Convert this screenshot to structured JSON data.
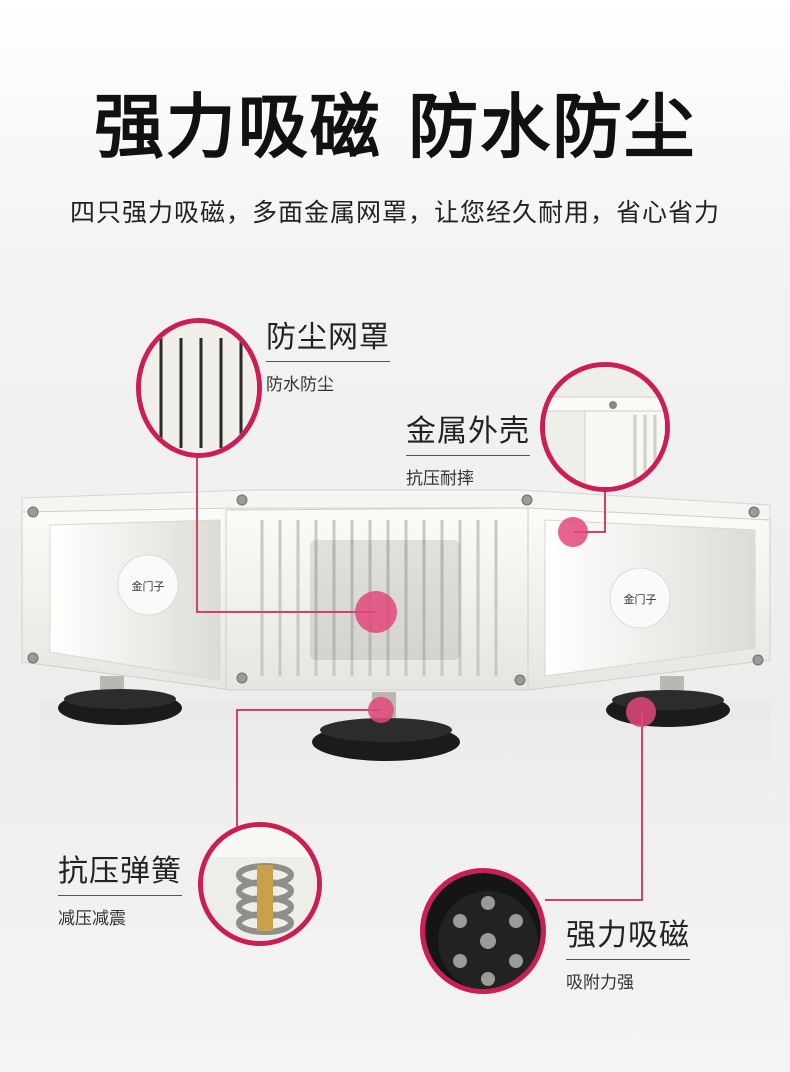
{
  "headline": "强力吸磁 防水防尘",
  "subline": "四只强力吸磁，多面金属网罩，让您经久耐用，省心省力",
  "brand_badge": "金门子",
  "callouts": [
    {
      "title": "防尘网罩",
      "desc": "防水防尘"
    },
    {
      "title": "金属外壳",
      "desc": "抗压耐摔"
    },
    {
      "title": "抗压弹簧",
      "desc": "减压减震"
    },
    {
      "title": "强力吸磁",
      "desc": "吸附力强"
    }
  ],
  "colors": {
    "accent": "#cc1e55",
    "dot": "#e0487a",
    "text": "#1a1a1a"
  }
}
